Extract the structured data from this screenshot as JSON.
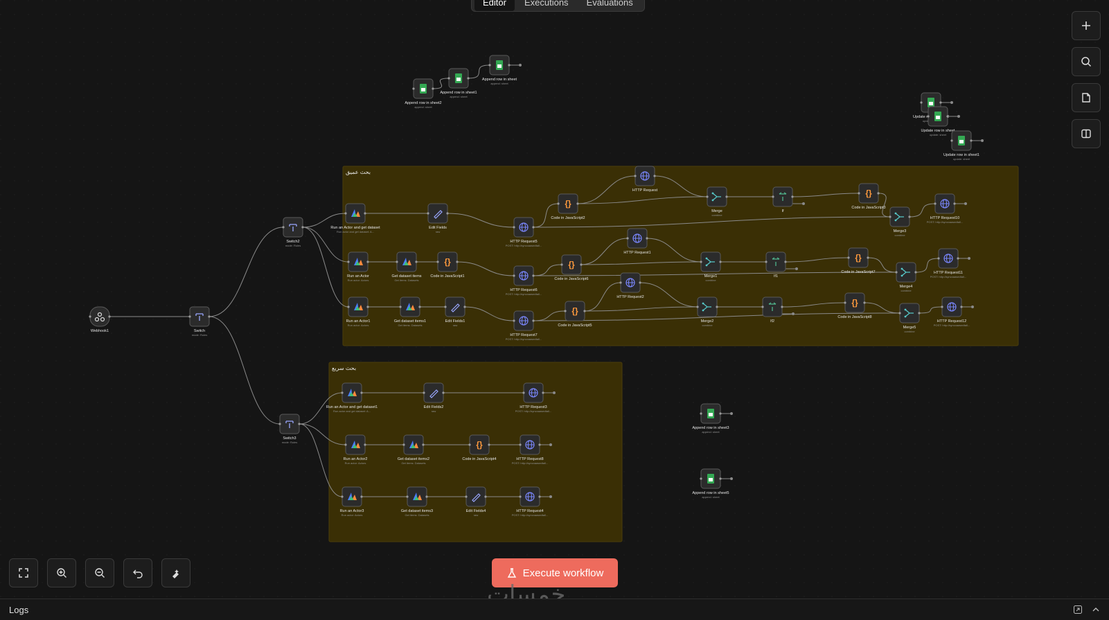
{
  "header": {
    "tabs": [
      {
        "label": "Editor",
        "active": true
      },
      {
        "label": "Executions",
        "active": false
      },
      {
        "label": "Evaluations",
        "active": false
      }
    ]
  },
  "groups": [
    {
      "label": "بحث عميق"
    },
    {
      "label": "بحث سريع"
    }
  ],
  "nodes": [
    {
      "id": "webhook1",
      "title": "Webhook1",
      "subtitle": "",
      "icon": "webhook-icon"
    },
    {
      "id": "switch",
      "title": "Switch",
      "subtitle": "mode: Rules",
      "icon": "switch-icon"
    },
    {
      "id": "switch2",
      "title": "Switch2",
      "subtitle": "mode: Rules",
      "icon": "switch-icon"
    },
    {
      "id": "switch3",
      "title": "Switch3",
      "subtitle": "mode: Rules",
      "icon": "switch-icon"
    },
    {
      "id": "append2",
      "title": "Append row in sheet2",
      "subtitle": "append: sheet",
      "icon": "sheets-icon"
    },
    {
      "id": "append1",
      "title": "Append row in sheet1",
      "subtitle": "append: sheet",
      "icon": "sheets-icon"
    },
    {
      "id": "append0",
      "title": "Append row in sheet",
      "subtitle": "append: sheet",
      "icon": "sheets-icon"
    },
    {
      "id": "update2",
      "title": "Update row in sheet2",
      "subtitle": "update: sheet",
      "icon": "sheets-icon"
    },
    {
      "id": "update0",
      "title": "Update row in sheet",
      "subtitle": "update: sheet",
      "icon": "sheets-icon"
    },
    {
      "id": "update1",
      "title": "Update row in sheet1",
      "subtitle": "update: sheet",
      "icon": "sheets-icon"
    },
    {
      "id": "actords",
      "title": "Run an Actor and get dataset",
      "subtitle": "Run actor and get dataset: A...",
      "icon": "apify-icon"
    },
    {
      "id": "editfields",
      "title": "Edit Fields",
      "subtitle": "raw",
      "icon": "pencil-icon"
    },
    {
      "id": "http5",
      "title": "HTTP Request5",
      "subtitle": "POST: http://syncoaasedtall...",
      "icon": "globe-icon"
    },
    {
      "id": "code2",
      "title": "Code in JavaScript2",
      "subtitle": "",
      "icon": "code-icon"
    },
    {
      "id": "http",
      "title": "HTTP Request",
      "subtitle": "",
      "icon": "globe-icon"
    },
    {
      "id": "merge",
      "title": "Merge",
      "subtitle": "combine",
      "icon": "merge-icon"
    },
    {
      "id": "if",
      "title": "If",
      "subtitle": "",
      "icon": "if-icon"
    },
    {
      "id": "code3",
      "title": "Code in JavaScript3",
      "subtitle": "",
      "icon": "code-icon"
    },
    {
      "id": "merge3",
      "title": "Merge3",
      "subtitle": "combine",
      "icon": "merge-icon"
    },
    {
      "id": "http10",
      "title": "HTTP Request10",
      "subtitle": "POST: http://syncoaasedtall...",
      "icon": "globe-icon"
    },
    {
      "id": "actor",
      "title": "Run an Actor",
      "subtitle": "Run actor: Actors",
      "icon": "apify-icon"
    },
    {
      "id": "getds",
      "title": "Get dataset items",
      "subtitle": "Get items: Datasets",
      "icon": "apify-icon"
    },
    {
      "id": "code1",
      "title": "Code in JavaScript1",
      "subtitle": "",
      "icon": "code-icon"
    },
    {
      "id": "http6",
      "title": "HTTP Request6",
      "subtitle": "POST: http://syncoaasedtall...",
      "icon": "globe-icon"
    },
    {
      "id": "code6",
      "title": "Code in JavaScript6",
      "subtitle": "",
      "icon": "code-icon"
    },
    {
      "id": "http1",
      "title": "HTTP Request1",
      "subtitle": "",
      "icon": "globe-icon"
    },
    {
      "id": "merge1",
      "title": "Merge1",
      "subtitle": "combine",
      "icon": "merge-icon"
    },
    {
      "id": "if1",
      "title": "If1",
      "subtitle": "",
      "icon": "if-icon"
    },
    {
      "id": "code7",
      "title": "Code in JavaScript7",
      "subtitle": "",
      "icon": "code-icon"
    },
    {
      "id": "merge4",
      "title": "Merge4",
      "subtitle": "combine",
      "icon": "merge-icon"
    },
    {
      "id": "http11",
      "title": "HTTP Request11",
      "subtitle": "POST: http://syncoaasedtall...",
      "icon": "globe-icon"
    },
    {
      "id": "actor1",
      "title": "Run an Actor1",
      "subtitle": "Run actor: Actors",
      "icon": "apify-icon"
    },
    {
      "id": "getds1",
      "title": "Get dataset items1",
      "subtitle": "Get items: Datasets",
      "icon": "apify-icon"
    },
    {
      "id": "edit1",
      "title": "Edit Fields1",
      "subtitle": "raw",
      "icon": "pencil-icon"
    },
    {
      "id": "http7",
      "title": "HTTP Request7",
      "subtitle": "POST: http://syncoaasedtall...",
      "icon": "globe-icon"
    },
    {
      "id": "code5",
      "title": "Code in JavaScript5",
      "subtitle": "",
      "icon": "code-icon"
    },
    {
      "id": "http2",
      "title": "HTTP Request2",
      "subtitle": "",
      "icon": "globe-icon"
    },
    {
      "id": "merge2",
      "title": "Merge2",
      "subtitle": "combine",
      "icon": "merge-icon"
    },
    {
      "id": "if2",
      "title": "If2",
      "subtitle": "",
      "icon": "if-icon"
    },
    {
      "id": "code8",
      "title": "Code in JavaScript8",
      "subtitle": "",
      "icon": "code-icon"
    },
    {
      "id": "merge5",
      "title": "Merge5",
      "subtitle": "combine",
      "icon": "merge-icon"
    },
    {
      "id": "http12",
      "title": "HTTP Request12",
      "subtitle": "POST: http://syncoaasedtall...",
      "icon": "globe-icon"
    },
    {
      "id": "actords1",
      "title": "Run an Actor and get dataset1",
      "subtitle": "Run actor and get dataset: A...",
      "icon": "apify-icon"
    },
    {
      "id": "edit2",
      "title": "Edit Fields2",
      "subtitle": "raw",
      "icon": "pencil-icon"
    },
    {
      "id": "http3",
      "title": "HTTP Request3",
      "subtitle": "POST: http://syncoaasedtall...",
      "icon": "globe-icon"
    },
    {
      "id": "actor2",
      "title": "Run an Actor2",
      "subtitle": "Run actor: Actors",
      "icon": "apify-icon"
    },
    {
      "id": "getds2",
      "title": "Get dataset items2",
      "subtitle": "Get items: Datasets",
      "icon": "apify-icon"
    },
    {
      "id": "code4",
      "title": "Code in JavaScript4",
      "subtitle": "",
      "icon": "code-icon"
    },
    {
      "id": "http8",
      "title": "HTTP Request8",
      "subtitle": "POST: http://syncoaasedtall...",
      "icon": "globe-icon"
    },
    {
      "id": "actor3",
      "title": "Run an Actor3",
      "subtitle": "Run actor: Actors",
      "icon": "apify-icon"
    },
    {
      "id": "getds3",
      "title": "Get dataset items3",
      "subtitle": "Get items: Datasets",
      "icon": "apify-icon"
    },
    {
      "id": "edit4",
      "title": "Edit Fields4",
      "subtitle": "raw",
      "icon": "pencil-icon"
    },
    {
      "id": "http4",
      "title": "HTTP Request4",
      "subtitle": "POST: http://syncoaasedtall...",
      "icon": "globe-icon"
    },
    {
      "id": "append3",
      "title": "Append row in sheet3",
      "subtitle": "append: sheet",
      "icon": "sheets-icon"
    },
    {
      "id": "append5",
      "title": "Append row in sheet5",
      "subtitle": "append: sheet",
      "icon": "sheets-icon"
    }
  ],
  "canvas_controls": {
    "right": [
      "plus-icon",
      "search-icon",
      "sticky-note-icon",
      "panel-icon"
    ],
    "bottom": [
      "fit-view-icon",
      "zoom-in-icon",
      "zoom-out-icon",
      "undo-icon",
      "tidy-up-icon"
    ]
  },
  "execute_button": {
    "label": "Execute workflow"
  },
  "logs": {
    "label": "Logs"
  },
  "watermark": {
    "text": "خمسات"
  },
  "colors": {
    "background": "#151515",
    "group_fill": "#3a2f05",
    "execute": "#ee6b5d",
    "globe": "#7b88ff",
    "code": "#ff9a3d",
    "sheets": "#34a853",
    "merge": "#56c7c7",
    "if": "#4fb58c"
  }
}
